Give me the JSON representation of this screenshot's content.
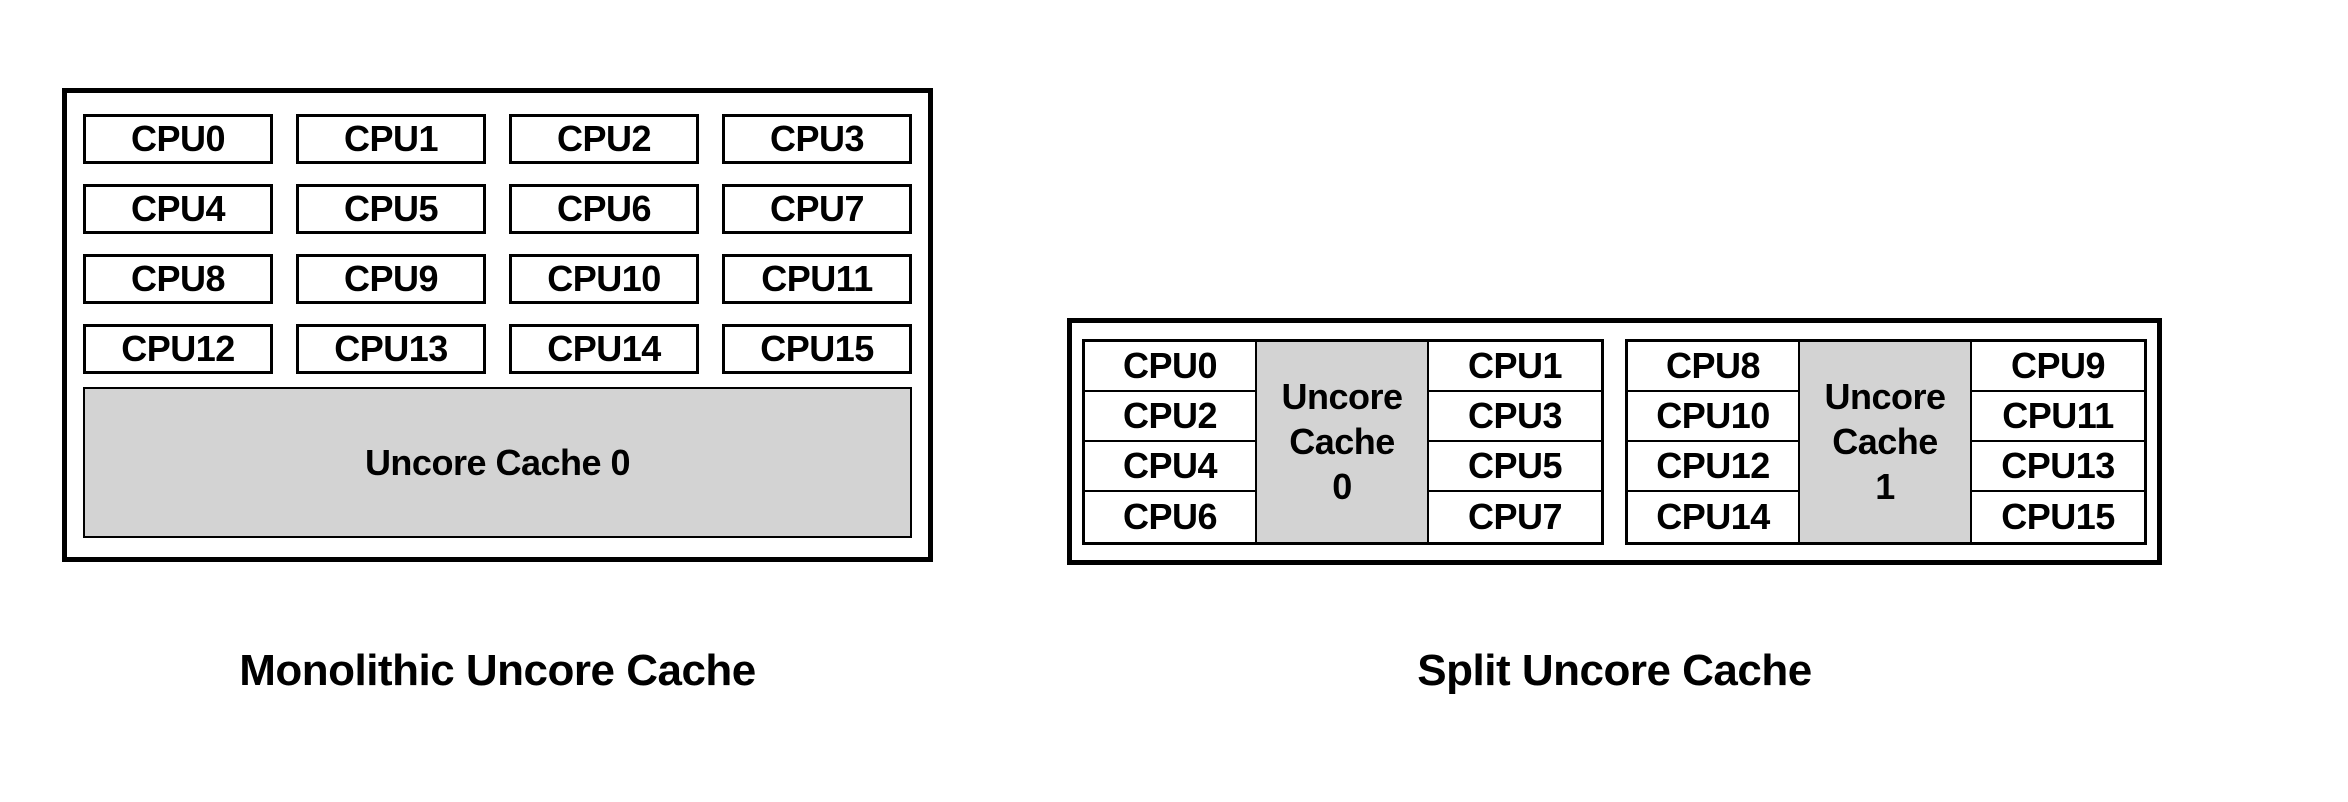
{
  "colors": {
    "background": "#ffffff",
    "border": "#000000",
    "text": "#000000",
    "cpu_fill": "#ffffff",
    "cache_fill": "#d3d3d3"
  },
  "monolithic": {
    "caption": "Monolithic Uncore Cache",
    "cpu_grid": [
      [
        "CPU0",
        "CPU1",
        "CPU2",
        "CPU3"
      ],
      [
        "CPU4",
        "CPU5",
        "CPU6",
        "CPU7"
      ],
      [
        "CPU8",
        "CPU9",
        "CPU10",
        "CPU11"
      ],
      [
        "CPU12",
        "CPU13",
        "CPU14",
        "CPU15"
      ]
    ],
    "cache_label": "Uncore Cache 0"
  },
  "split": {
    "caption": "Split Uncore Cache",
    "clusters": [
      {
        "left_cpus": [
          "CPU0",
          "CPU2",
          "CPU4",
          "CPU6"
        ],
        "cache_lines": [
          "Uncore",
          "Cache",
          "0"
        ],
        "right_cpus": [
          "CPU1",
          "CPU3",
          "CPU5",
          "CPU7"
        ]
      },
      {
        "left_cpus": [
          "CPU8",
          "CPU10",
          "CPU12",
          "CPU14"
        ],
        "cache_lines": [
          "Uncore",
          "Cache",
          "1"
        ],
        "right_cpus": [
          "CPU9",
          "CPU11",
          "CPU13",
          "CPU15"
        ]
      }
    ]
  }
}
